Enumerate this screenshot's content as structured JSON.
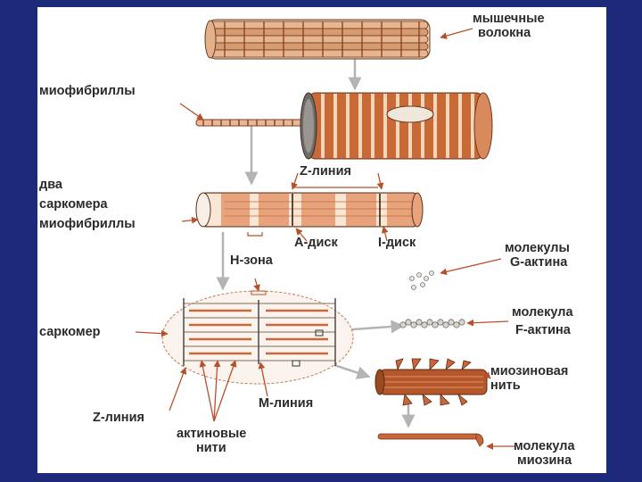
{
  "labels": {
    "muscle_fibers": [
      "мышечные",
      "волокна"
    ],
    "myofibrils": "миофибриллы",
    "two_sarcomeres": [
      "два",
      "саркомера",
      "миофибриллы"
    ],
    "z_line_top": "Z-линия",
    "a_disk": "A-диск",
    "i_disk": "I-диск",
    "h_zone": "H-зона",
    "g_actin": [
      "молекулы",
      "G-актина"
    ],
    "f_actin": [
      "молекула",
      "F-актина"
    ],
    "sarcomere": "саркомер",
    "myosin_filament": [
      "миозиновая",
      "нить"
    ],
    "m_line": "M-линия",
    "z_line_bottom": "Z-линия",
    "actin_filaments": [
      "актиновые",
      "нити"
    ],
    "myosin_molecule": [
      "молекула",
      "миозина"
    ]
  },
  "colors": {
    "slide_border": "#1d2a7a",
    "background": "#ffffff",
    "muscle_brown": "#b25a2e",
    "muscle_light": "#f1c8a6",
    "arrow_orange": "#b8502a",
    "connector_gray": "#b4b4b4",
    "label_text": "#2b2b2b"
  }
}
